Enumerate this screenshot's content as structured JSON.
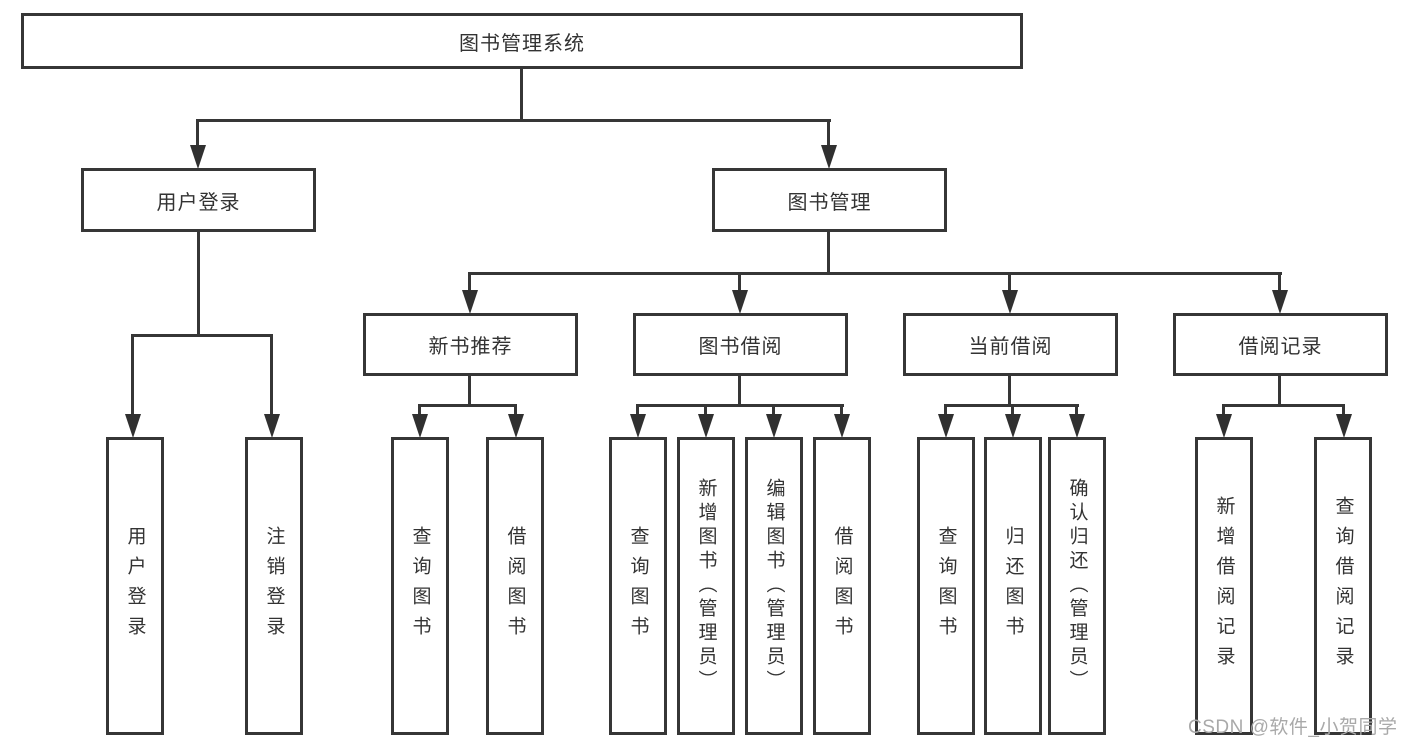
{
  "diagram": {
    "root": "图书管理系统",
    "level2": [
      "用户登录",
      "图书管理"
    ],
    "level3": [
      "新书推荐",
      "图书借阅",
      "当前借阅",
      "借阅记录"
    ],
    "leaves_login": [
      "用户登录",
      "注销登录"
    ],
    "leaves_recommend": [
      "查询图书",
      "借阅图书"
    ],
    "leaves_borrow": [
      "查询图书",
      "新增图书（管理员）",
      "编辑图书（管理员）",
      "借阅图书"
    ],
    "leaves_current": [
      "查询图书",
      "归还图书",
      "确认归还（管理员）"
    ],
    "leaves_record": [
      "新增借阅记录",
      "查询借阅记录"
    ]
  },
  "watermark": "CSDN @软件_小贺同学",
  "colors": {
    "line": "#363636",
    "text": "#333333",
    "watermark": "#a9a9a9",
    "background": "#ffffff"
  }
}
